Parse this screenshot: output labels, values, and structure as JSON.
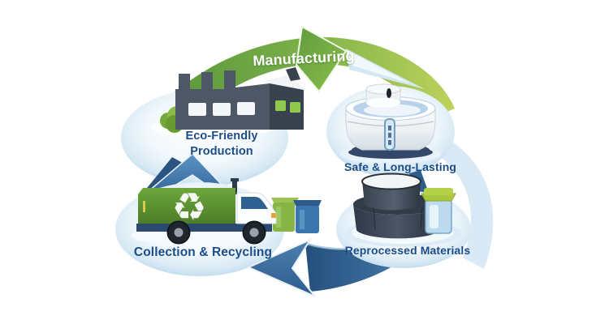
{
  "diagram": {
    "type": "circular-lifecycle-diagram",
    "labels": {
      "manufacturing": "Manufacturing",
      "eco_line1": "Eco-Friendly",
      "eco_line2": "Production",
      "safe": "Safe & Long-Lasting",
      "reprocessed": "Reprocessed Materials",
      "collection": "Collection & Recycling"
    },
    "icons": {
      "recycle_symbol": "♻",
      "names": [
        "factory-icon",
        "appliance-icon",
        "materials-icon",
        "recycling-truck-icon",
        "recycle-symbol-icon",
        "waste-bins-icon"
      ]
    },
    "colors": {
      "label_text": "#1b4d89",
      "manufacturing_text": "#ffffff",
      "green_arrow_dark": "#55913a",
      "green_arrow_light": "#bcd25b",
      "blue_arrow_dark": "#24507d",
      "blue_arrow_light": "#5585b2",
      "ellipse_edge": "#b7d6ec",
      "truck_green": "#5f9433",
      "bin_blue": "#3b77ae",
      "factory_gray": "#4d5765",
      "jar_lid_green": "#a9c63e"
    }
  }
}
